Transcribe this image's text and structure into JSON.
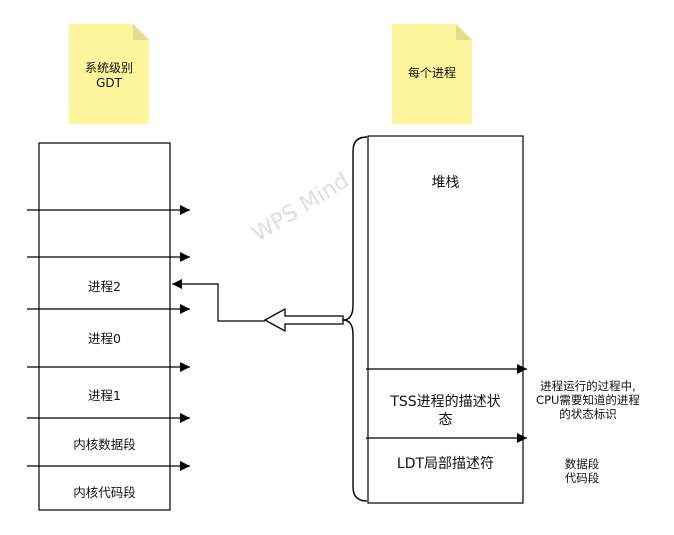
{
  "notes": {
    "gdt_line1": "系统级别",
    "gdt_line2": "GDT",
    "process": "每个进程"
  },
  "colors": {
    "note_fill": "#fff59d",
    "note_fold": "#e4dc8a",
    "stroke": "#000000"
  },
  "gdt_table": {
    "cells": [
      "进程2",
      "进程0",
      "进程1",
      "内核数据段",
      "内核代码段"
    ]
  },
  "process_box": {
    "stack": "堆栈",
    "tss_line1": "TSS进程的描述状",
    "tss_line2": "态",
    "ldt": "LDT局部描述符"
  },
  "annotations": {
    "tss_line1": "进程运行的过程中,",
    "tss_line2": "CPU需要知道的进程",
    "tss_line3": "的状态标识",
    "ldt_line1": "数据段",
    "ldt_line2": "代码段"
  },
  "watermark": "WPS Mind"
}
